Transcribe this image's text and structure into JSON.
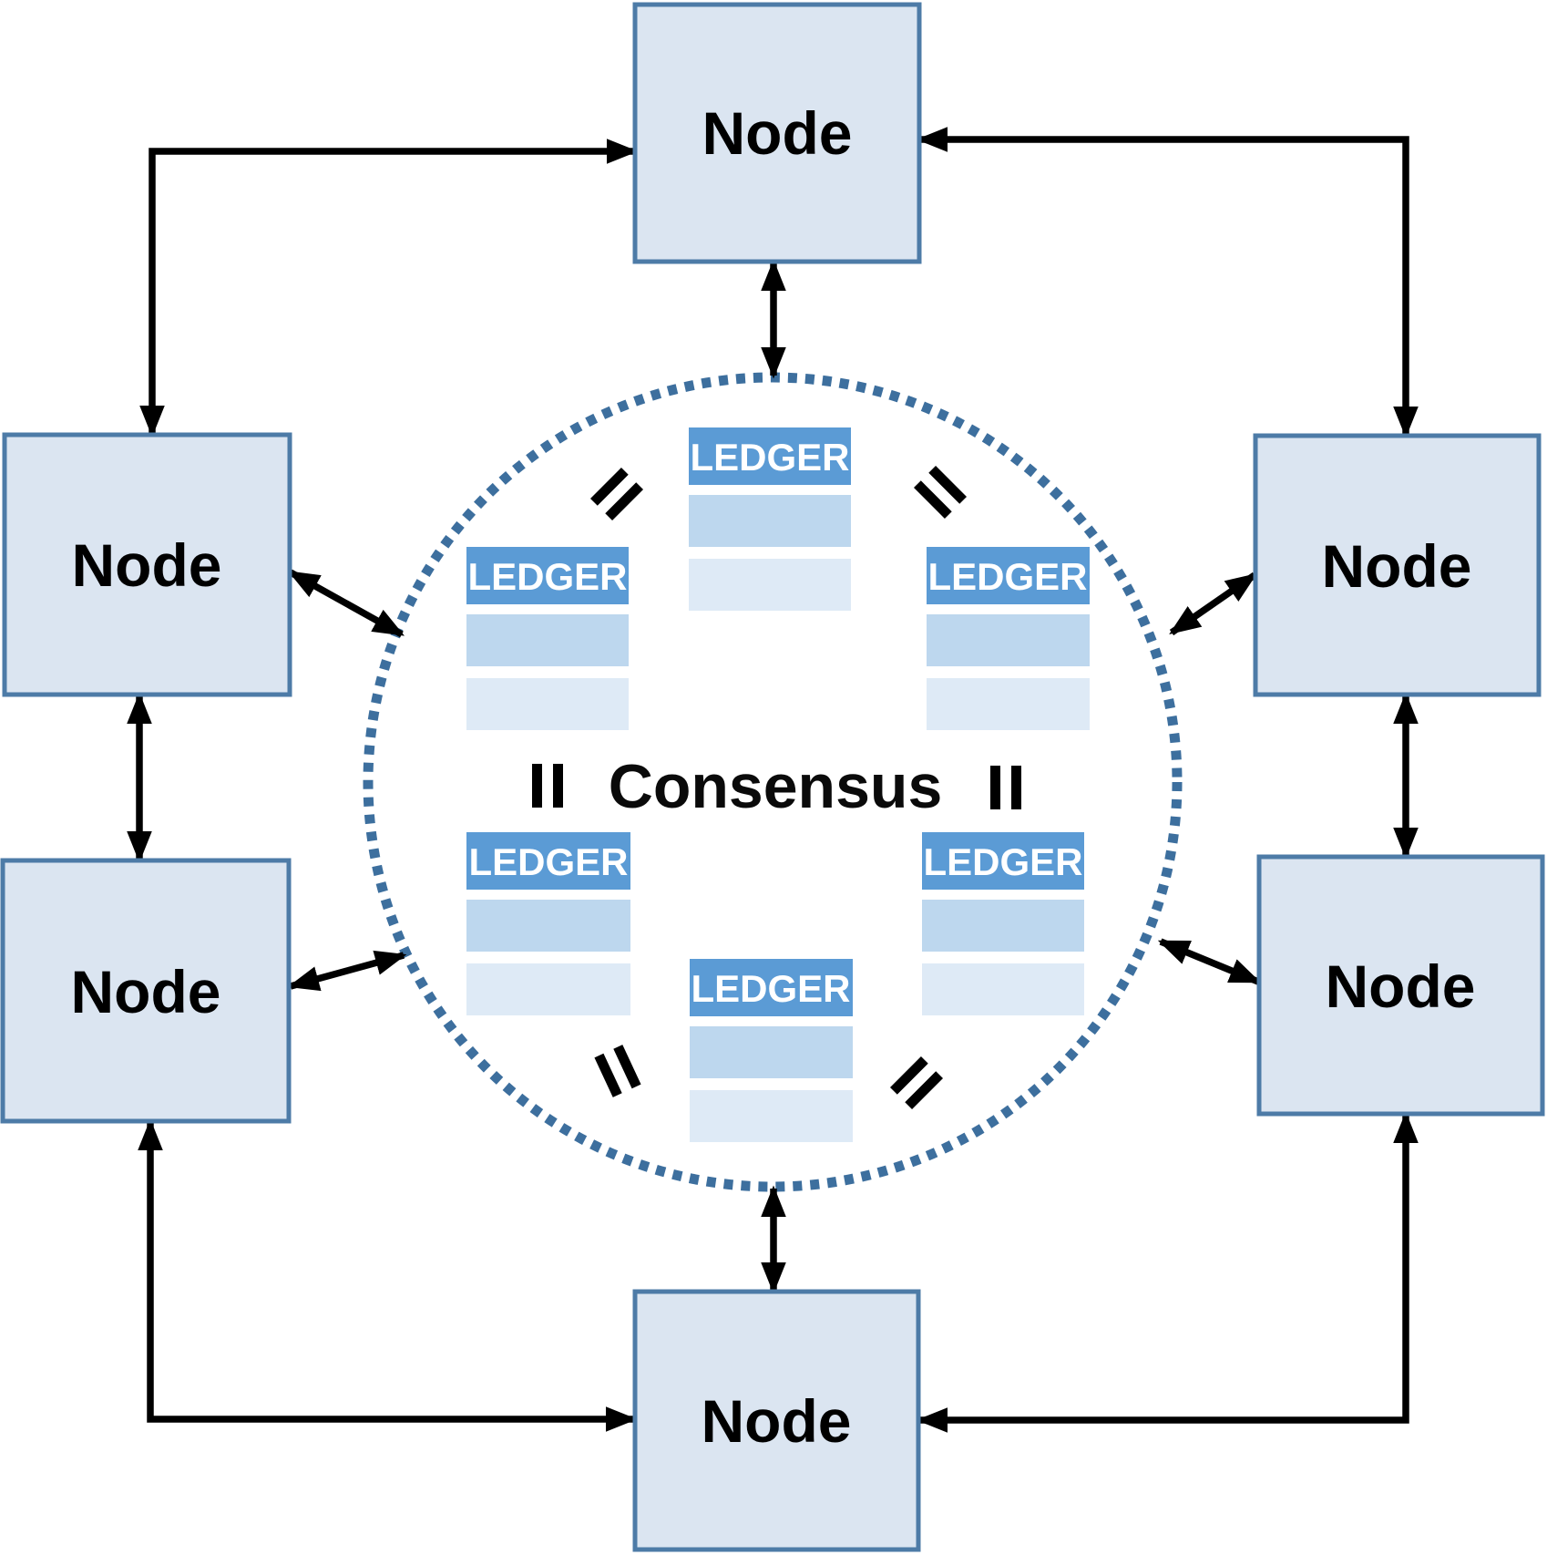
{
  "nodes": [
    {
      "id": "top",
      "label": "Node"
    },
    {
      "id": "left-upper",
      "label": "Node"
    },
    {
      "id": "left-lower",
      "label": "Node"
    },
    {
      "id": "right-upper",
      "label": "Node"
    },
    {
      "id": "right-lower",
      "label": "Node"
    },
    {
      "id": "bottom",
      "label": "Node"
    }
  ],
  "center": {
    "consensus_label": "Consensus"
  },
  "ledgers": [
    {
      "id": "top-center",
      "label": "LEDGER"
    },
    {
      "id": "mid-left",
      "label": "LEDGER"
    },
    {
      "id": "mid-right",
      "label": "LEDGER"
    },
    {
      "id": "lower-left",
      "label": "LEDGER"
    },
    {
      "id": "lower-right",
      "label": "LEDGER"
    },
    {
      "id": "bottom-center",
      "label": "LEDGER"
    }
  ],
  "colors": {
    "node_fill": "#dbe5f1",
    "node_border": "#4d7ba7",
    "ledger_header": "#5b9bd5",
    "ledger_row1": "#bdd7ee",
    "ledger_row2": "#deeaf6",
    "circle_dots": "#3d6f9e",
    "arrow": "#000000",
    "ledger_text": "#ffffff",
    "label_text": "#000000"
  }
}
